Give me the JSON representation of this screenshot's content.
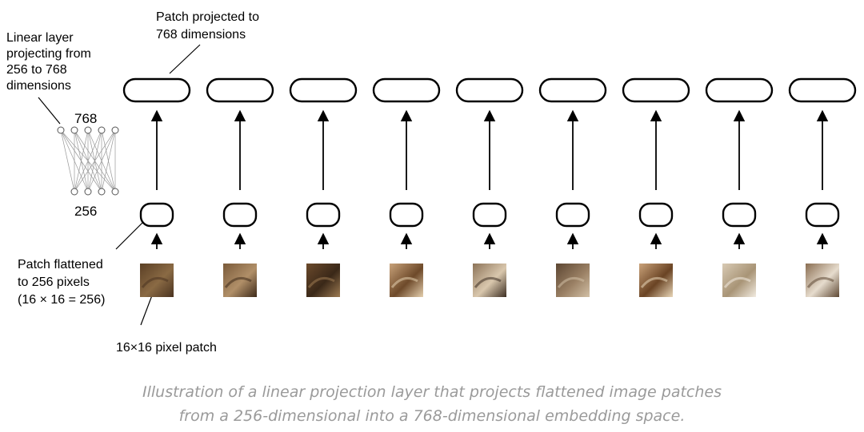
{
  "labels": {
    "patch_projected": [
      "Patch projected to",
      "768 dimensions"
    ],
    "linear_layer": [
      "Linear layer",
      "projecting from",
      "256 to 768",
      "dimensions"
    ],
    "top_count": "768",
    "bottom_count": "256",
    "patch_flattened": [
      "Patch flattened",
      "to 256 pixels",
      "(16 × 16 = 256)"
    ],
    "pixel_patch": "16×16 pixel patch"
  },
  "caption": {
    "line1": "Illustration of a linear projection layer that projects flattened image patches",
    "line2": "from a 256-dimensional into a 768-dimensional embedding space."
  },
  "patches": [
    {
      "name": "patch-1",
      "colors": [
        "#5a3f25",
        "#8a6a44",
        "#4a3320"
      ]
    },
    {
      "name": "patch-2",
      "colors": [
        "#7a5a3a",
        "#b08f68",
        "#3e2a1a"
      ]
    },
    {
      "name": "patch-3",
      "colors": [
        "#6b4a2c",
        "#3a2818",
        "#9c7a52"
      ]
    },
    {
      "name": "patch-4",
      "colors": [
        "#c8a27a",
        "#6e4a2a",
        "#e4cfae"
      ]
    },
    {
      "name": "patch-5",
      "colors": [
        "#8c7358",
        "#d9c7ad",
        "#3c2e22"
      ]
    },
    {
      "name": "patch-6",
      "colors": [
        "#5c4632",
        "#9a8064",
        "#d2c0a6"
      ]
    },
    {
      "name": "patch-7",
      "colors": [
        "#caa27a",
        "#6a4424",
        "#e8d6b8"
      ]
    },
    {
      "name": "patch-8",
      "colors": [
        "#d8cab4",
        "#a89476",
        "#f2ebe0"
      ]
    },
    {
      "name": "patch-9",
      "colors": [
        "#8a6e52",
        "#e6dccd",
        "#5e4834"
      ]
    }
  ]
}
